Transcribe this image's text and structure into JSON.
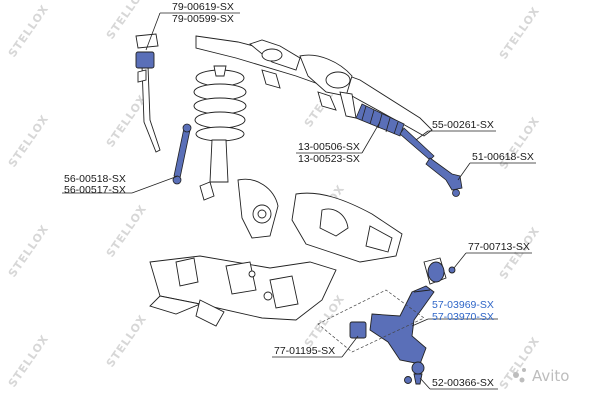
{
  "brand": {
    "watermark_text": "STELLOX",
    "watermark_color": "#d7d7d7",
    "corner_mark": "Avito"
  },
  "colors": {
    "line": "#222222",
    "part_blue": "#5a6fb8",
    "label": "#1a1a1a",
    "label_highlight": "#2f66c8"
  },
  "callouts": [
    {
      "id": "stab-bushing",
      "lines": [
        "79-00619-SX",
        "79-00599-SX"
      ],
      "highlight": false
    },
    {
      "id": "tie-rod-boot",
      "lines": [
        "13-00506-SX",
        "13-00523-SX"
      ],
      "highlight": false
    },
    {
      "id": "inner-tie-rod",
      "lines": [
        "55-00261-SX"
      ],
      "highlight": false
    },
    {
      "id": "tie-rod-end",
      "lines": [
        "51-00618-SX"
      ],
      "highlight": false
    },
    {
      "id": "stab-link",
      "lines": [
        "56-00518-SX",
        "56-00517-SX"
      ],
      "highlight": false
    },
    {
      "id": "arm-bushing-rear",
      "lines": [
        "77-00713-SX"
      ],
      "highlight": false
    },
    {
      "id": "control-arm",
      "lines": [
        "57-03969-SX",
        "57-03970-SX"
      ],
      "highlight": true
    },
    {
      "id": "arm-bushing-front",
      "lines": [
        "77-01195-SX"
      ],
      "highlight": false
    },
    {
      "id": "ball-joint",
      "lines": [
        "52-00366-SX"
      ],
      "highlight": false
    }
  ]
}
